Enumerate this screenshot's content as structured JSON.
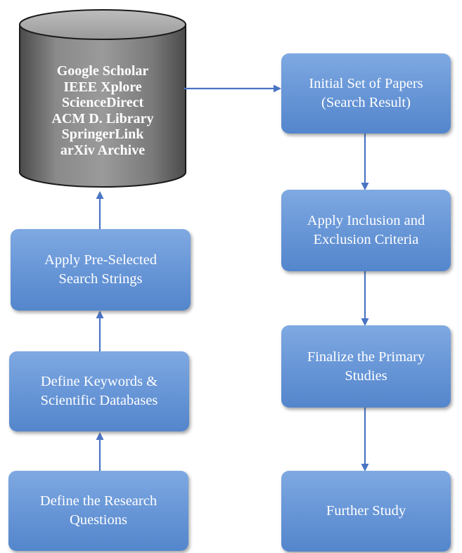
{
  "database": {
    "sources": [
      "Google Scholar",
      "IEEE Xplore",
      "ScienceDirect",
      "ACM D. Library",
      "SpringerLink",
      "arXiv Archive"
    ]
  },
  "steps": {
    "initial_set": "Initial Set of Papers\n(Search Result)",
    "inclusion_exclusion": "Apply Inclusion and\nExclusion Criteria",
    "finalize": "Finalize the Primary\nStudies",
    "further_study": "Further Study",
    "search_strings": "Apply Pre-Selected\nSearch Strings",
    "keywords": "Define Keywords &\nScientific Databases",
    "research_questions": "Define the Research\nQuestions"
  },
  "colors": {
    "box_fill": "#6a98d8",
    "arrow": "#4a74c4",
    "db_fill": "#7a7a7a"
  }
}
